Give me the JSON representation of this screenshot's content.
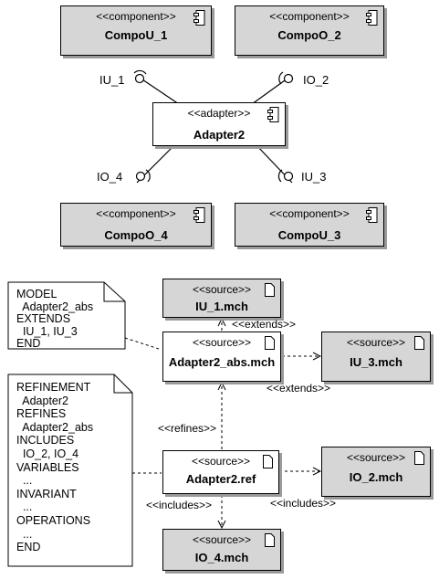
{
  "components": {
    "stereotype": "<<component>>",
    "adapter_stereotype": "<<adapter>>",
    "items": {
      "compo_u1": "CompoU_1",
      "compo_o2": "CompoO_2",
      "adapter": "Adapter2",
      "compo_o4": "CompoO_4",
      "compo_u3": "CompoU_3"
    }
  },
  "interfaces": {
    "iu1": "IU_1",
    "io2": "IO_2",
    "io4": "IO_4",
    "iu3": "IU_3"
  },
  "sources": {
    "stereotype": "<<source>>",
    "items": {
      "iu1_mch": "IU_1.mch",
      "adapter2_abs": "Adapter2_abs.mch",
      "iu3_mch": "IU_3.mch",
      "adapter2_ref": "Adapter2.ref",
      "io2_mch": "IO_2.mch",
      "io4_mch": "IO_4.mch"
    }
  },
  "relations": {
    "extends": "<<extends>>",
    "refines": "<<refines>>",
    "includes": "<<includes>>"
  },
  "notes": {
    "model": [
      "MODEL",
      "  Adapter2_abs",
      "EXTENDS",
      "  IU_1, IU_3",
      "END"
    ],
    "refinement": [
      "REFINEMENT",
      "  Adapter2",
      "REFINES",
      "  Adapter2_abs",
      "INCLUDES",
      "  IO_2, IO_4",
      "VARIABLES",
      "  ...",
      "INVARIANT",
      "  ...",
      "OPERATIONS",
      "  ...",
      "END"
    ]
  }
}
